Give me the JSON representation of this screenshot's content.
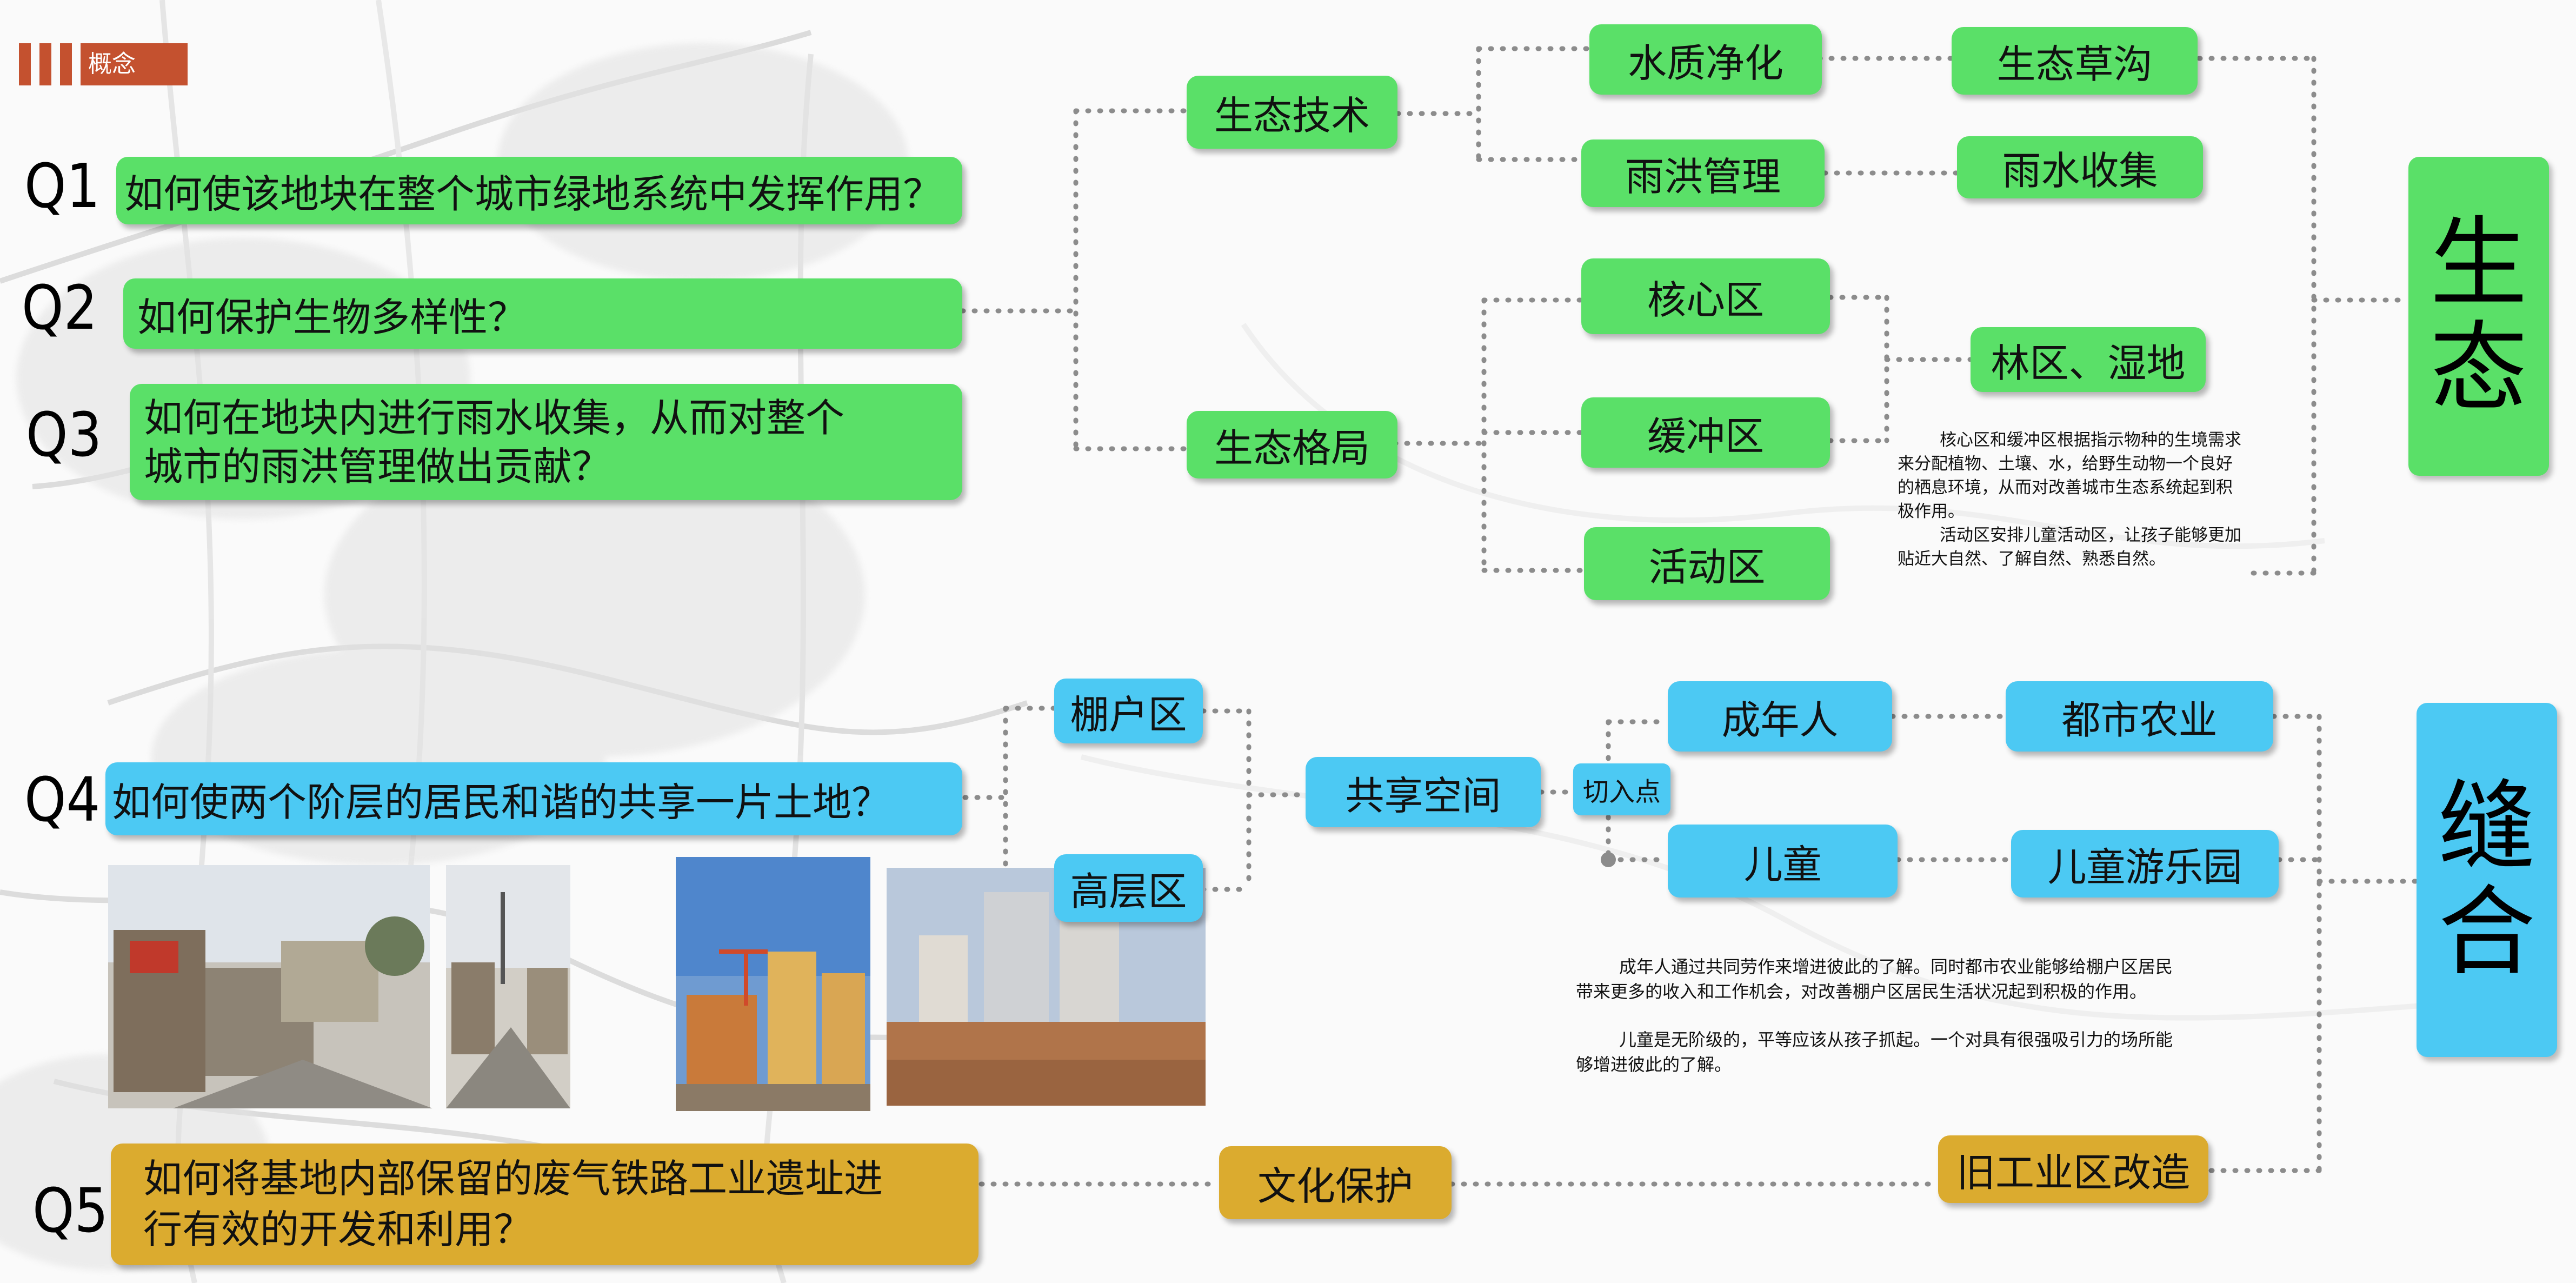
{
  "header": {
    "title": "概念"
  },
  "colors": {
    "green": "#5ae068",
    "blue": "#4cc9f3",
    "yellow": "#dbab2f",
    "header_red": "#c4512f",
    "connector": "#888888"
  },
  "questions": [
    {
      "id": "Q1",
      "text": "如何使该地块在整个城市绿地系统中发挥作用？"
    },
    {
      "id": "Q2",
      "text": "如何保护生物多样性？"
    },
    {
      "id": "Q3",
      "line1": "如何在地块内进行雨水收集，从而对整个",
      "line2": "城市的雨洪管理做出贡献？"
    },
    {
      "id": "Q4",
      "text": "如何使两个阶层的居民和谐的共享一片土地？"
    },
    {
      "id": "Q5",
      "line1": "如何将基地内部保留的废气铁路工业遗址进",
      "line2": "行有效的开发和利用？"
    }
  ],
  "nodes": {
    "eco_tech": "生态技术",
    "water_purify": "水质净化",
    "eco_swale": "生态草沟",
    "flood_mgmt": "雨洪管理",
    "rain_collect": "雨水收集",
    "eco_pattern": "生态格局",
    "core_zone": "核心区",
    "buffer_zone": "缓冲区",
    "activity_zone": "活动区",
    "forest_wetland": "林区、湿地",
    "shantytown": "棚户区",
    "highrise": "高层区",
    "shared_space": "共享空间",
    "entry_point": "切入点",
    "adults": "成年人",
    "urban_agri": "都市农业",
    "children": "儿童",
    "playground": "儿童游乐园",
    "culture": "文化保护",
    "old_industry": "旧工业区改造"
  },
  "themes": {
    "eco": [
      "生",
      "态"
    ],
    "stitch": [
      "缝",
      "合"
    ]
  },
  "notes": {
    "eco_note": {
      "p1_line1": "核心区和缓冲区根据指示物种的生境需求",
      "p1_line2": "来分配植物、土壤、水，给野生动物一个良好",
      "p1_line3": "的栖息环境，从而对改善城市生态系统起到积",
      "p1_line4": "极作用。",
      "p2_line1": "活动区安排儿童活动区，让孩子能够更加",
      "p2_line2": "贴近大自然、了解自然、熟悉自然。"
    },
    "stitch_note": {
      "p1_line1": "成年人通过共同劳作来增进彼此的了解。同时都市农业能够给棚户区居民",
      "p1_line2": "带来更多的收入和工作机会，对改善棚户区居民生活状况起到积极的作用。",
      "p2_line1": "儿童是无阶级的，平等应该从孩子抓起。一个对具有很强吸引力的场所能",
      "p2_line2": "够增进彼此的了解。"
    }
  }
}
